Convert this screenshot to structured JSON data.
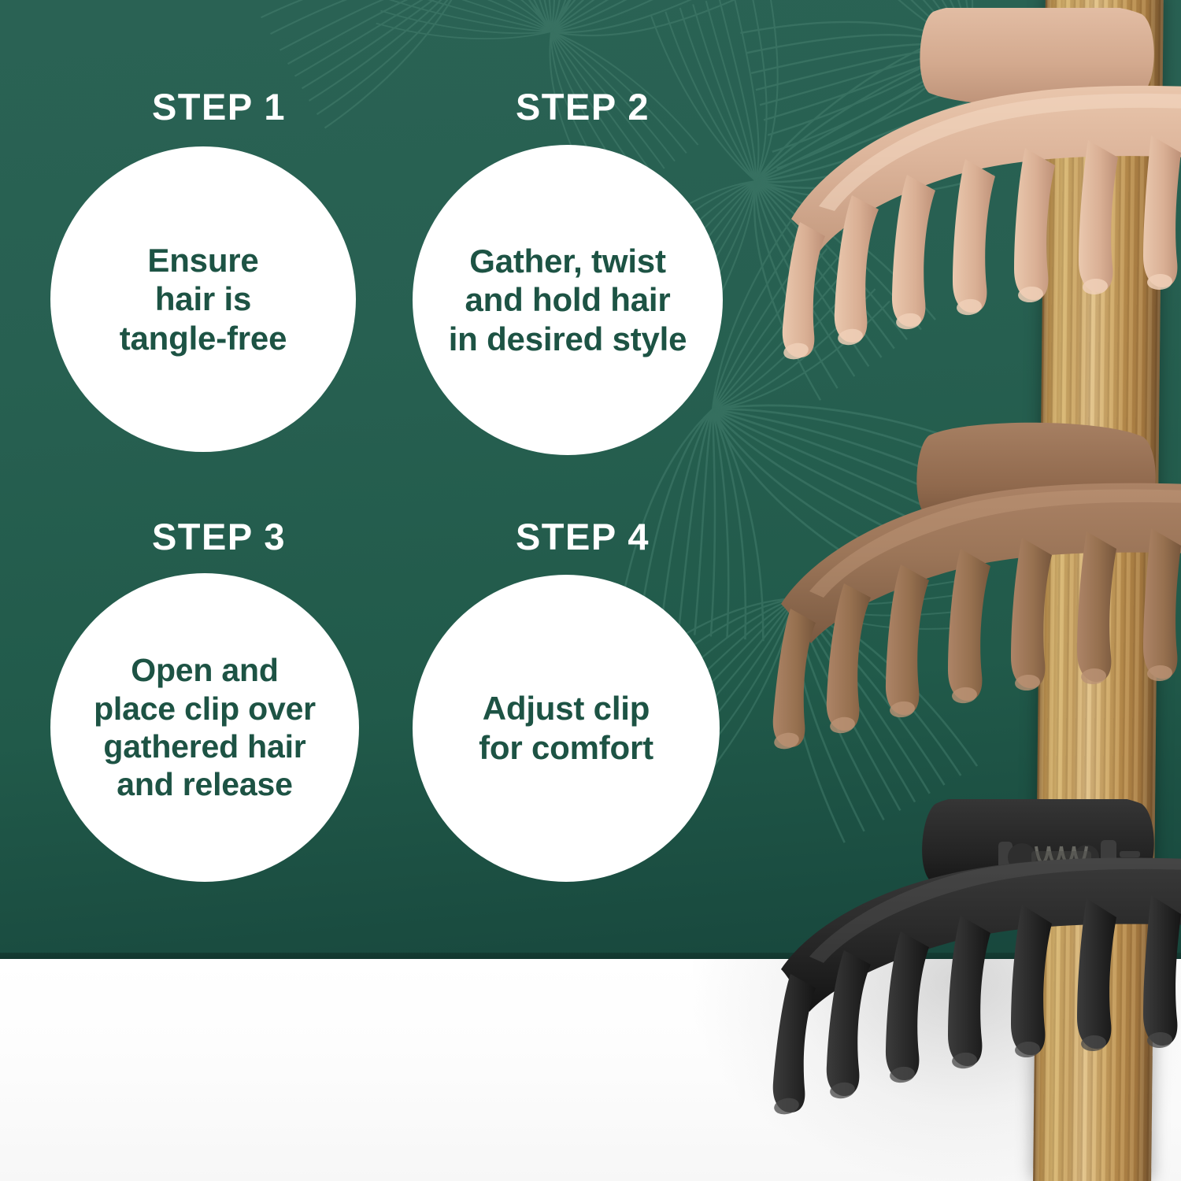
{
  "panel": {
    "background_color": "#276051",
    "background_color_bottom": "#17463c",
    "bubble_color": "#ffffff",
    "bubble_text_color": "#1d5344",
    "title_color": "#ffffff",
    "pattern_name": "botanical-leaf-line-pattern"
  },
  "steps": [
    {
      "id": "step-1",
      "title": "STEP 1",
      "text": "Ensure\nhair is\ntangle-free"
    },
    {
      "id": "step-2",
      "title": "STEP 2",
      "text": "Gather, twist\nand hold hair\nin desired style"
    },
    {
      "id": "step-3",
      "title": "STEP 3",
      "text": "Open and\nplace clip over\ngathered hair\nand release"
    },
    {
      "id": "step-4",
      "title": "STEP 4",
      "text": "Adjust clip\nfor comfort"
    }
  ],
  "product_photo": {
    "name": "three-hair-claw-clips-on-wooden-post",
    "post": {
      "name": "wooden-post",
      "color": "#c8a261"
    },
    "clips": [
      {
        "id": "clip-beige",
        "name": "hair-claw-clip-beige",
        "color": "#dcb49a",
        "shadow_color": "#b08a70"
      },
      {
        "id": "clip-brown",
        "name": "hair-claw-clip-brown",
        "color": "#9b7558",
        "shadow_color": "#6f5038"
      },
      {
        "id": "clip-black",
        "name": "hair-claw-clip-black",
        "color": "#2b2b2b",
        "shadow_color": "#141414"
      }
    ]
  }
}
